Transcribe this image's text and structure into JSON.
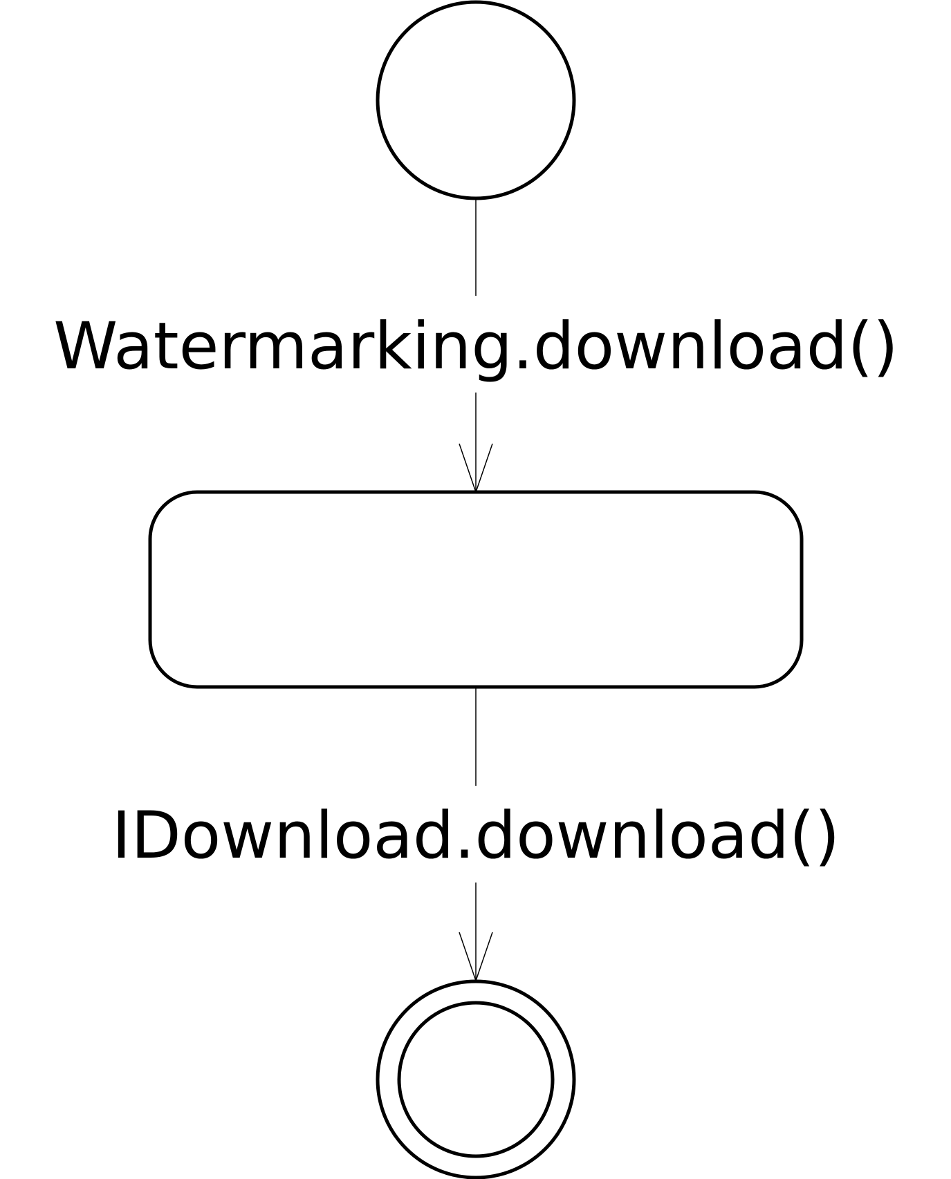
{
  "diagram": {
    "type": "uml-state-machine",
    "nodes": [
      {
        "id": "initial",
        "kind": "initial-state"
      },
      {
        "id": "state",
        "kind": "state",
        "label": ""
      },
      {
        "id": "final",
        "kind": "final-state"
      }
    ],
    "transitions": [
      {
        "from": "initial",
        "to": "state",
        "label": "Watermarking.download()"
      },
      {
        "from": "state",
        "to": "final",
        "label": "IDownload.download()"
      }
    ]
  },
  "colors": {
    "stroke": "#000000",
    "background": "#ffffff"
  }
}
